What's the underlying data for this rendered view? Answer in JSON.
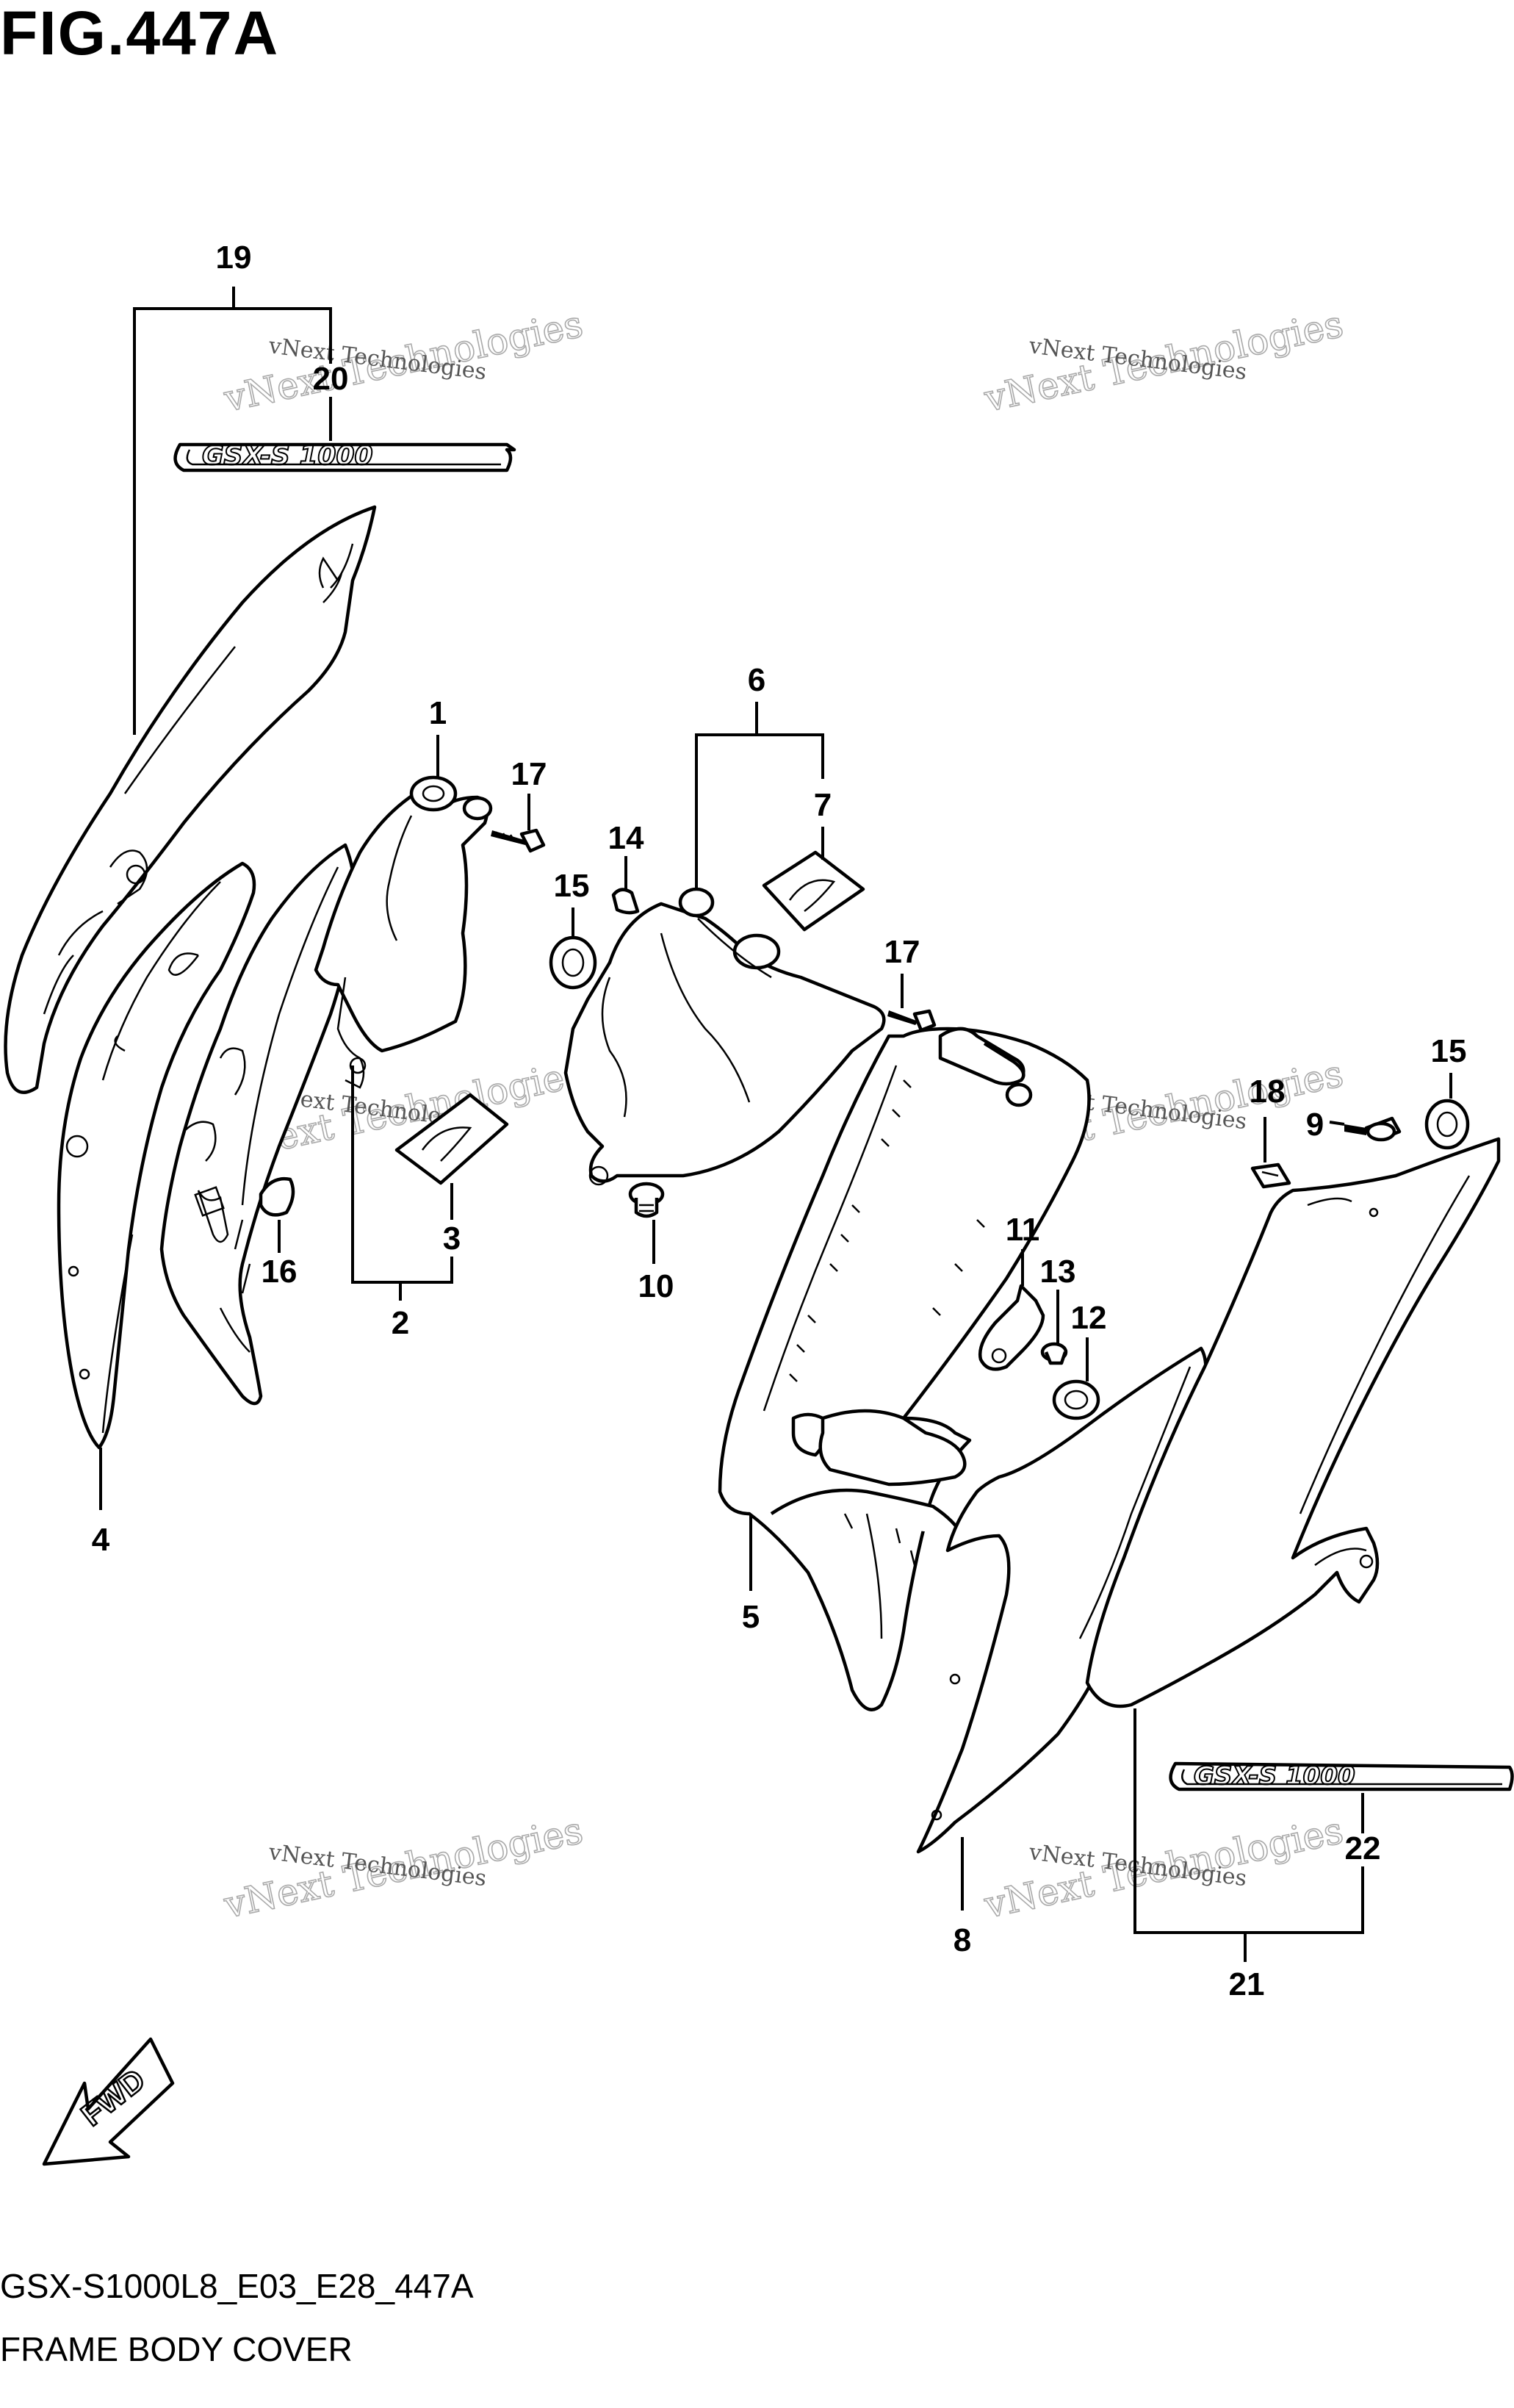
{
  "figure": {
    "title": "FIG.447A",
    "code": "GSX-S1000L8_E03_E28_447A",
    "name": "FRAME BODY COVER"
  },
  "watermark": {
    "line1": "vNext Technologies",
    "line2": "vNext Technologies"
  },
  "fwd_label": "FWD",
  "callouts": {
    "c1": "1",
    "c2": "2",
    "c3": "3",
    "c4": "4",
    "c5": "5",
    "c6": "6",
    "c7": "7",
    "c8": "8",
    "c9": "9",
    "c10": "10",
    "c11": "11",
    "c12": "12",
    "c13": "13",
    "c14": "14",
    "c15a": "15",
    "c15b": "15",
    "c16": "16",
    "c17a": "17",
    "c17b": "17",
    "c18": "18",
    "c19": "19",
    "c20": "20",
    "c21": "21",
    "c22": "22"
  },
  "emblem_text": "GSX-S 1000"
}
